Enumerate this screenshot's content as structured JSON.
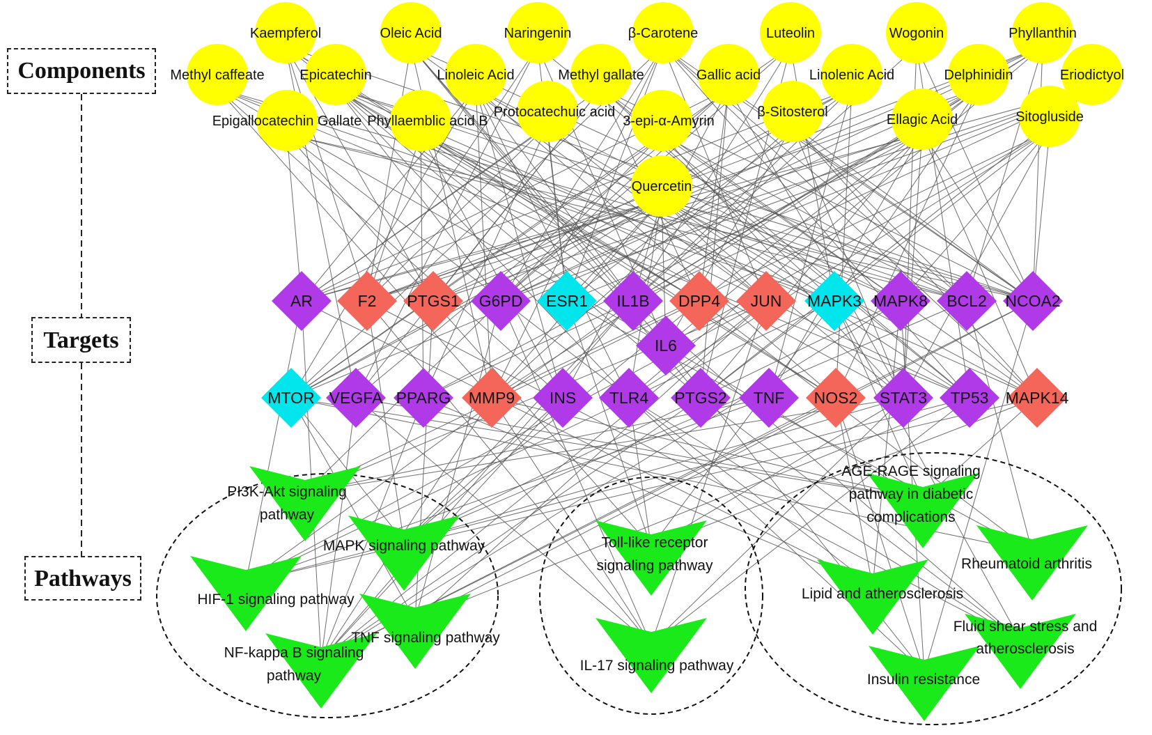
{
  "legend": {
    "components": "Components",
    "targets": "Targets",
    "pathways": "Pathways"
  },
  "colors": {
    "component": "#ffff00",
    "target_purple": "#b03ae8",
    "target_red": "#f4665a",
    "target_cyan": "#00e6ec",
    "pathway": "#1aea1a",
    "edge": "#555555"
  },
  "components": [
    "Kaempferol",
    "Oleic Acid",
    "Naringenin",
    "β-Carotene",
    "Luteolin",
    "Wogonin",
    "Phyllanthin",
    "Methyl caffeate",
    "Epicatechin",
    "Linoleic Acid",
    "Methyl gallate",
    "Gallic acid",
    "Linolenic Acid",
    "Delphinidin",
    "Eriodictyol",
    "Epigallocatechin Gallate",
    "Phyllaemblic acid B",
    "Protocatechuic acid",
    "3-epi-α-Amyrin",
    "β-Sitosterol",
    "Ellagic Acid",
    "Sitogluside",
    "Quercetin"
  ],
  "targets": [
    {
      "label": "AR",
      "color": "purple"
    },
    {
      "label": "F2",
      "color": "red"
    },
    {
      "label": "PTGS1",
      "color": "red"
    },
    {
      "label": "G6PD",
      "color": "purple"
    },
    {
      "label": "ESR1",
      "color": "cyan"
    },
    {
      "label": "IL1B",
      "color": "purple"
    },
    {
      "label": "DPP4",
      "color": "red"
    },
    {
      "label": "JUN",
      "color": "red"
    },
    {
      "label": "MAPK3",
      "color": "cyan"
    },
    {
      "label": "MAPK8",
      "color": "purple"
    },
    {
      "label": "BCL2",
      "color": "purple"
    },
    {
      "label": "NCOA2",
      "color": "purple"
    },
    {
      "label": "IL6",
      "color": "purple"
    },
    {
      "label": "MTOR",
      "color": "cyan"
    },
    {
      "label": "VEGFA",
      "color": "purple"
    },
    {
      "label": "PPARG",
      "color": "purple"
    },
    {
      "label": "MMP9",
      "color": "red"
    },
    {
      "label": "INS",
      "color": "purple"
    },
    {
      "label": "TLR4",
      "color": "purple"
    },
    {
      "label": "PTGS2",
      "color": "purple"
    },
    {
      "label": "TNF",
      "color": "purple"
    },
    {
      "label": "NOS2",
      "color": "red"
    },
    {
      "label": "STAT3",
      "color": "purple"
    },
    {
      "label": "TP53",
      "color": "purple"
    },
    {
      "label": "MAPK14",
      "color": "red"
    }
  ],
  "pathways": [
    {
      "lines": [
        "PI3K-Akt signaling",
        "pathway"
      ]
    },
    {
      "lines": [
        "MAPK signaling pathway"
      ]
    },
    {
      "lines": [
        "HIF-1 signaling pathway"
      ]
    },
    {
      "lines": [
        "TNF signaling pathway"
      ]
    },
    {
      "lines": [
        "NF-kappa B signaling",
        "pathway"
      ]
    },
    {
      "lines": [
        "Toll-like receptor",
        "signaling pathway"
      ]
    },
    {
      "lines": [
        "IL-17 signaling pathway"
      ]
    },
    {
      "lines": [
        "AGE-RAGE signaling",
        "pathway in diabetic",
        "complications"
      ]
    },
    {
      "lines": [
        "Rheumatoid arthritis"
      ]
    },
    {
      "lines": [
        "Lipid and atherosclerosis"
      ]
    },
    {
      "lines": [
        "Fluid shear stress and",
        "atherosclerosis"
      ]
    },
    {
      "lines": [
        "Insulin resistance"
      ]
    }
  ]
}
